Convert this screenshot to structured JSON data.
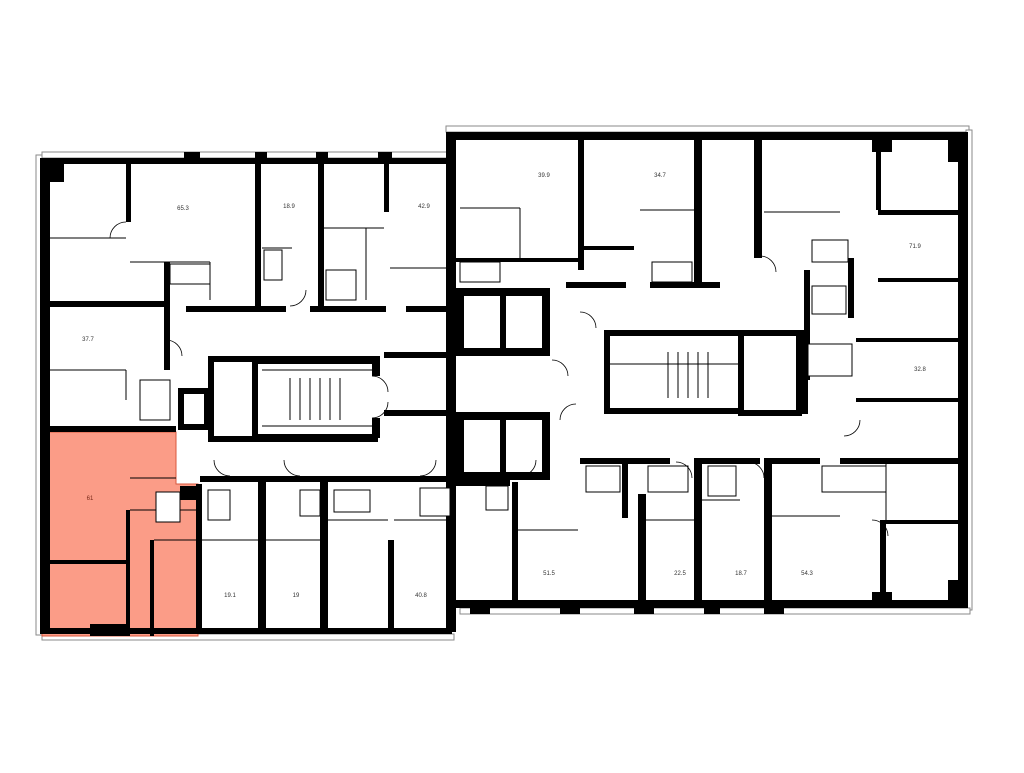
{
  "colors": {
    "highlight": "#fb9c87",
    "highlight_edge": "#d9573e",
    "wall": "#000000",
    "background": "#ffffff"
  },
  "apartments": [
    {
      "id": "apt-left-top",
      "area": "65.3",
      "highlighted": false
    },
    {
      "id": "apt-left-top-2",
      "area": "18.9",
      "highlighted": false
    },
    {
      "id": "apt-left-top-3",
      "area": "42.9",
      "highlighted": false
    },
    {
      "id": "apt-mid-top-1",
      "area": "39.9",
      "highlighted": false
    },
    {
      "id": "apt-mid-top-2",
      "area": "34.7",
      "highlighted": false
    },
    {
      "id": "apt-right-top",
      "area": "71.9",
      "highlighted": false
    },
    {
      "id": "apt-left-mid",
      "area": "37.7",
      "highlighted": false
    },
    {
      "id": "apt-right-mid",
      "area": "32.8",
      "highlighted": false
    },
    {
      "id": "apt-selected",
      "area": "61",
      "highlighted": true
    },
    {
      "id": "apt-bottom-1",
      "area": "19.1",
      "highlighted": false
    },
    {
      "id": "apt-bottom-2",
      "area": "19",
      "highlighted": false
    },
    {
      "id": "apt-bottom-3",
      "area": "40.8",
      "highlighted": false
    },
    {
      "id": "apt-bottom-4",
      "area": "51.5",
      "highlighted": false
    },
    {
      "id": "apt-bottom-5",
      "area": "22.5",
      "highlighted": false
    },
    {
      "id": "apt-bottom-6",
      "area": "18.7",
      "highlighted": false
    },
    {
      "id": "apt-bottom-7",
      "area": "54.3",
      "highlighted": false
    }
  ]
}
